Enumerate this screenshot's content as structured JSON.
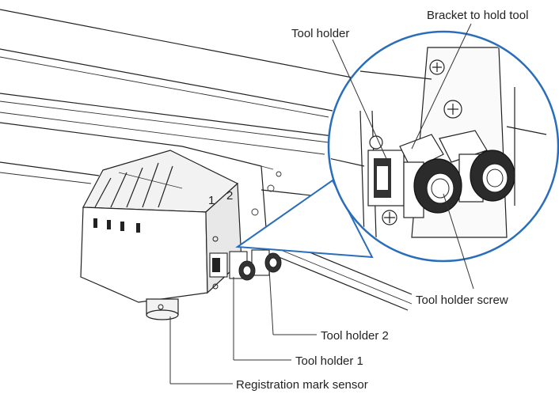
{
  "labels": {
    "tool_holder": "Tool holder",
    "bracket": "Bracket to hold tool",
    "screw": "Tool holder screw",
    "holder2": "Tool holder 2",
    "holder1": "Tool holder 1",
    "sensor": "Registration mark sensor"
  },
  "carriage_marks": {
    "slot1": "1",
    "slot2": "2"
  },
  "colors": {
    "callout_circle": "#2a6ebb",
    "callout_fill": "#ffffff",
    "ink": "#222222"
  }
}
